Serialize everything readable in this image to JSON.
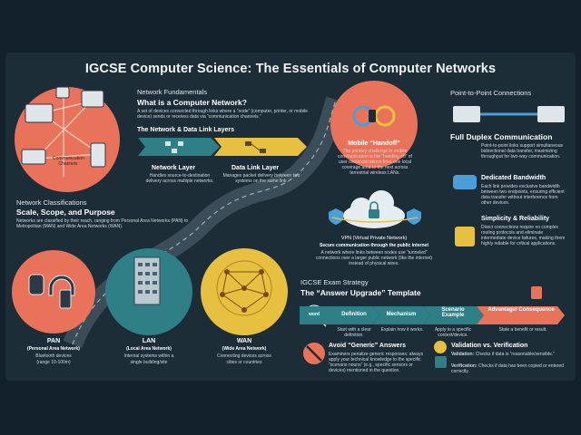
{
  "title": "IGCSE Computer Science: The Essentials of Computer Networks",
  "fundamentals": {
    "kicker": "Network Fundamentals",
    "heading": "What is a Computer Network?",
    "definition": "A set of devices connected through links where a “node” (computer, printer, or mobile device) sends or receives data via “communication channels.”",
    "layers_heading": "The Network & Data Link Layers",
    "network_layer": "Network Layer",
    "network_layer_desc": "Handles source-to-destination delivery across multiple networks.",
    "data_link_layer": "Data Link Layer",
    "data_link_layer_desc": "Manages packet delivery between two systems on the same link.",
    "channels_label": "Communication Channels"
  },
  "handoff": {
    "title": "Mobile “Handoff”",
    "desc": "The primary challenge in mobile communication is the “handing off” of user communications from one local coverage area to the next across terrestrial wireless LANs."
  },
  "vpn": {
    "title": "VPN (Virtual Private Network)",
    "subtitle": "Secure communication through the public internet",
    "desc": "A network where links between nodes use “tunneled” connections over a larger public network (like the internet) instead of physical wires."
  },
  "classifications": {
    "kicker": "Network Classifications",
    "heading": "Scale, Scope, and Purpose",
    "desc": "Networks are classified by their reach, ranging from Personal Area Networks (PAN) to Metropolitan (MAN) and Wide Area Networks (WAN).",
    "pan_title": "PAN",
    "pan_sub": "(Personal Area Network)",
    "pan_desc1": "Bluetooth devices",
    "pan_desc2": "(range 10-100m)",
    "lan_title": "LAN",
    "lan_sub": "(Local Area Network)",
    "lan_desc1": "Internal systems within a",
    "lan_desc2": "single building/site",
    "wan_title": "WAN",
    "wan_sub": "(Wide Area Network)",
    "wan_desc1": "Connecting devices across",
    "wan_desc2": "cities or countries"
  },
  "p2p": {
    "kicker": "Point-to-Point Connections",
    "full_duplex": "Full Duplex Communication",
    "full_duplex_desc": "Point-to-point links support simultaneous bidirectional data transfer, maximizing throughput for two-way communication.",
    "bandwidth": "Dedicated Bandwidth",
    "bandwidth_desc": "Each link provides exclusive bandwidth between two endpoints, ensuring efficient data transfer without interference from other devices.",
    "simplicity": "Simplicity & Reliability",
    "simplicity_desc": "Direct connections require no complex routing protocols and eliminate intermediate device failures, making them highly reliable for critical applications."
  },
  "exam": {
    "kicker": "IGCSE Exam Strategy",
    "heading": "The “Answer Upgrade” Template",
    "word_label": "word",
    "steps": [
      {
        "label": "Definition",
        "desc": "Start with a clear definition."
      },
      {
        "label": "Mechanism",
        "desc": "Explain how it works."
      },
      {
        "label": "Scenario Example",
        "desc": "Apply to a specific context/device."
      },
      {
        "label": "Advantage/ Consequence",
        "desc": "State a benefit or result."
      }
    ],
    "avoid_title": "Avoid “Generic” Answers",
    "avoid_desc": "Examiners penalize generic responses: always apply your technical knowledge to the specific “scenario nouns” (e.g., specific sensors or devices) mentioned in the question.",
    "vv_title": "Validation vs. Verification",
    "validation_label": "Validation:",
    "validation_desc": "Checks if data is “reasonable/sensible.”",
    "verification_label": "Verification:",
    "verification_desc": "Checks if data has been copied or entered correctly."
  },
  "colors": {
    "background": "#1c2d38",
    "coral": "#e8735a",
    "teal": "#2f7f86",
    "yellow": "#e8c040",
    "blue": "#4a9fd8"
  }
}
